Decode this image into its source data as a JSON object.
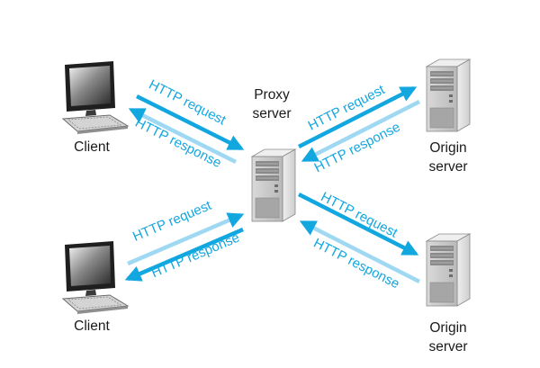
{
  "nodes": {
    "client_top": {
      "label": "Client"
    },
    "client_bottom": {
      "label": "Client"
    },
    "proxy": {
      "label_line1": "Proxy",
      "label_line2": "server"
    },
    "origin_top": {
      "label_line1": "Origin",
      "label_line2": "server"
    },
    "origin_bottom": {
      "label_line1": "Origin",
      "label_line2": "server"
    }
  },
  "messages": {
    "request": "HTTP request",
    "response": "HTTP response"
  },
  "colors": {
    "request_arrow": "#13a7e0",
    "response_arrow": "#9ed8f2",
    "label_text": "#13a7e0",
    "node_text": "#1a1a1a"
  },
  "icons": {
    "client": "desktop-computer-icon",
    "server": "tower-server-icon"
  }
}
